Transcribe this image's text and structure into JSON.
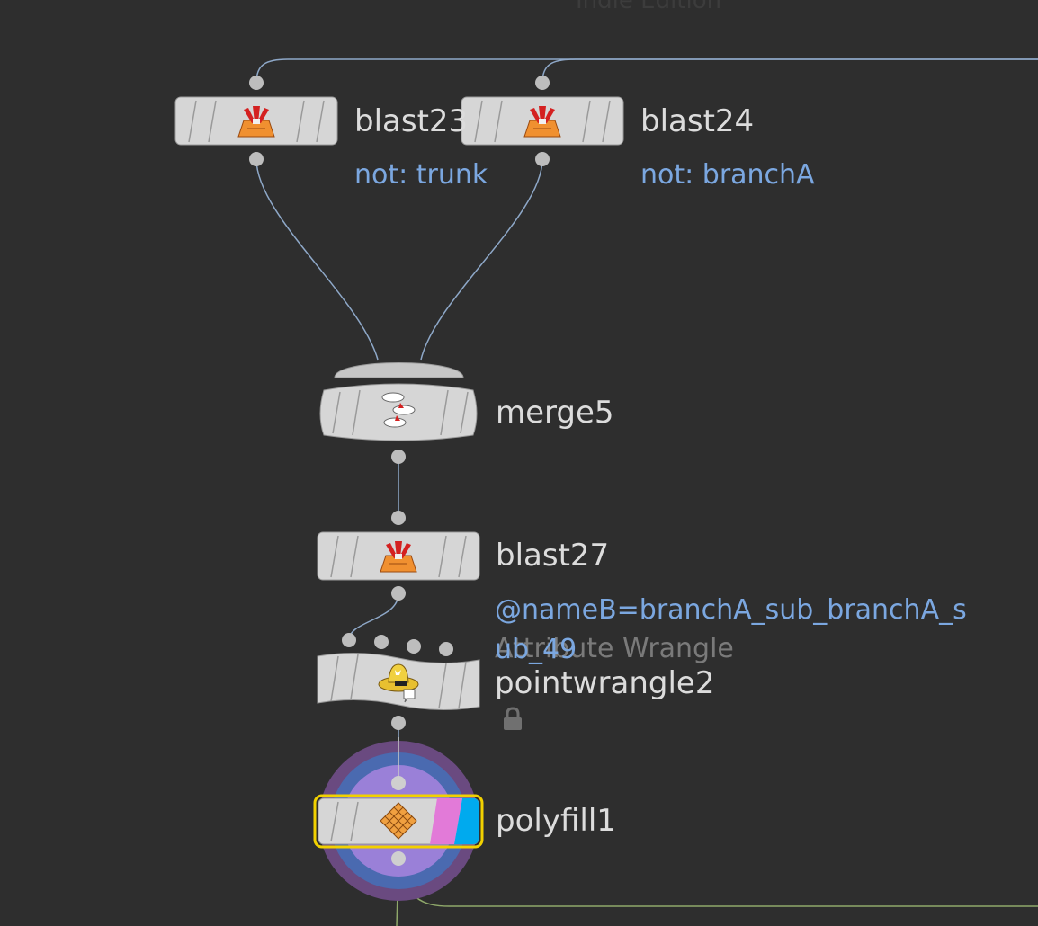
{
  "network": {
    "top_text": "Indie Edition",
    "nodes": {
      "blast23": {
        "name": "blast23",
        "comment": "not: trunk"
      },
      "blast24": {
        "name": "blast24",
        "comment": "not: branchA"
      },
      "merge5": {
        "name": "merge5"
      },
      "blast27": {
        "name": "blast27",
        "comment_line1": "@nameB=branchA_sub_branchA_s",
        "comment_line2": "ub_49"
      },
      "pointwrangle2": {
        "name": "pointwrangle2",
        "type_label": "Attribute Wrangle"
      },
      "polyfill1": {
        "name": "polyfill1"
      }
    }
  },
  "colors": {
    "background": "#2e2e2e",
    "node_body": "#d6d6d6",
    "wire": "#8ea8c8",
    "comment": "#7ba7e0",
    "selected_outline": "#f2d100",
    "display_flag": "#00aaee",
    "template_flag": "#e27ad8"
  }
}
